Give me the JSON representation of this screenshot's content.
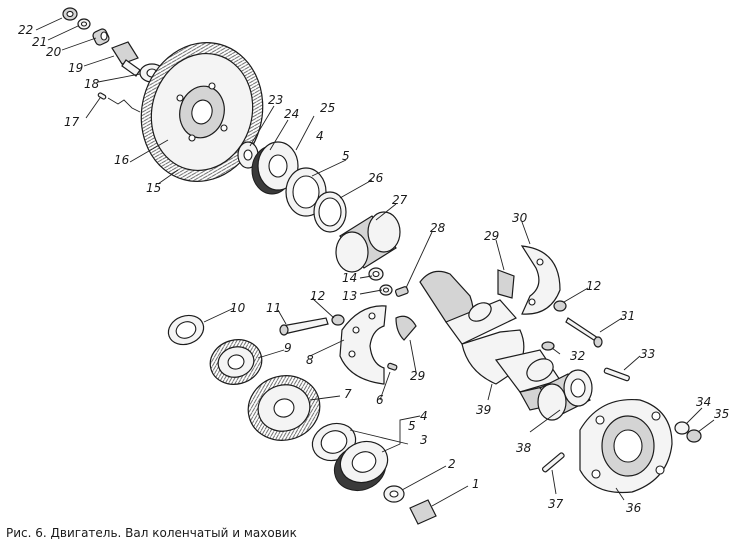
{
  "caption": "Рис. 6. Двигатель. Вал коленчатый и маховик",
  "labels": [
    "1",
    "2",
    "3",
    "4",
    "5",
    "6",
    "7",
    "8",
    "9",
    "10",
    "11",
    "12",
    "13",
    "14",
    "15",
    "16",
    "17",
    "18",
    "19",
    "20",
    "21",
    "22",
    "23",
    "24",
    "25",
    "26",
    "27",
    "28",
    "29",
    "30",
    "31",
    "32",
    "33",
    "34",
    "35",
    "36",
    "37",
    "38",
    "39"
  ]
}
